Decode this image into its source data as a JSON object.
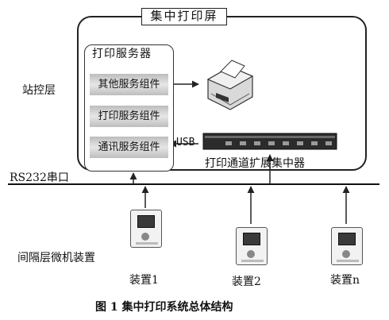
{
  "outer_title": "集中打印屏",
  "server_title": "打印服务器",
  "components": [
    "其他服务组件",
    "打印服务组件",
    "通讯服务组件"
  ],
  "usb_label": "USB",
  "hub_label": "打印通道扩展集中器",
  "station_label": "站控层",
  "bus_label": "RS232串口",
  "bay_label": "间隔层微机装置",
  "devices": [
    "装置1",
    "装置2",
    "装置n"
  ],
  "caption": "图 1  集中打印系统总体结构"
}
